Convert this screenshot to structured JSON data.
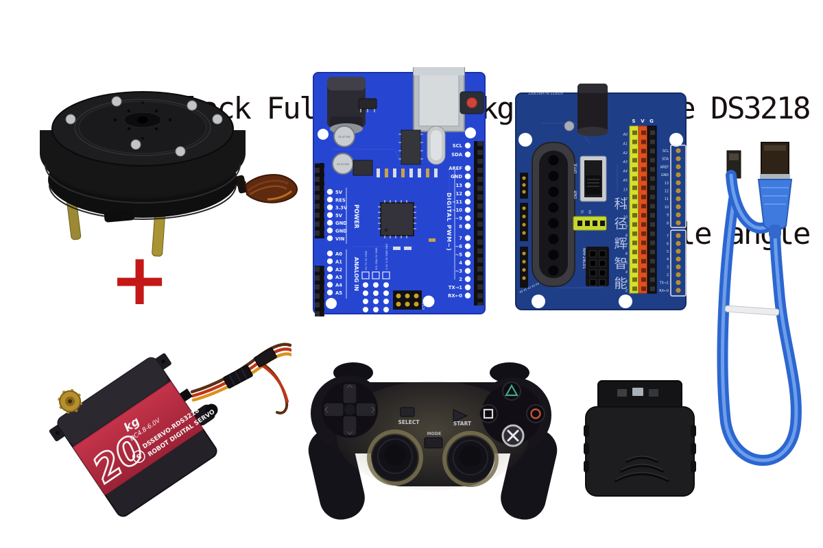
{
  "title": {
    "line1": "Black Full set 2:20kg,270 degree DS3218",
    "line2": "Controllable angle"
  },
  "plus_symbol": "+",
  "colors": {
    "background": "#ffffff",
    "title_text": "#181010",
    "plus_red": "#c41717",
    "arduino_pcb": "#2646d2",
    "shield_pcb": "#1f3e88",
    "usb_cable_blue": "#2c66d0",
    "servo_band_red": "#b62a3c",
    "black_plastic": "#17151b",
    "header_yellow": "#d6df2e",
    "header_red": "#e04f1e",
    "silkscreen_white": "#f0f4fc"
  },
  "arduino": {
    "section_labels": {
      "power": "POWER",
      "analog": "ANALOG IN",
      "digital": "DIGITAL PWM~)"
    },
    "power_pins": [
      "5V",
      "RES",
      "3.3V",
      "5V",
      "GND",
      "GND",
      "VIN"
    ],
    "analog_pins": [
      "A0",
      "A1",
      "A2",
      "A3",
      "A4",
      "A5"
    ],
    "digital_pins_top": [
      "SCL",
      "SDA",
      "AREF",
      "GND",
      "13",
      "12",
      "~11",
      "~10",
      "~9",
      "8"
    ],
    "digital_pins_bottom": [
      "7",
      "~6",
      "~5",
      "4",
      "~3",
      "2",
      "TX→1",
      "RX←0"
    ],
    "breakout_labels": [
      "RX TX 5V GND",
      "SCL SDA 5V GND",
      "3.3V 3.3V GND GND"
    ],
    "icsp_label": "ICSP",
    "capacitor_text": "CS 47 25V"
  },
  "shield": {
    "board_code": "3268148A-Y8-32D029",
    "corner_text": "A0 A1 A2 A3 A4",
    "power_columns": [
      "S",
      "V",
      "G"
    ],
    "signal_rows": [
      "A0",
      "A1",
      "A2",
      "A3",
      "A4",
      "A5",
      "13",
      "12",
      "11",
      "10",
      "9",
      "8",
      "7",
      "6",
      "5",
      "4",
      "3",
      "2"
    ],
    "right_pins_top": [
      "SCL",
      "SDA",
      "AREF",
      "GND",
      "13",
      "12",
      "11",
      "10",
      "9",
      "8"
    ],
    "right_pins_bottom": [
      "7",
      "6",
      "5",
      "4",
      "3",
      "2",
      "TX→1",
      "RX←0"
    ],
    "switch_labels": {
      "off": "OFF关",
      "on": "ON开"
    },
    "uart_labels": [
      "TX",
      "RX"
    ],
    "nrf_label": "NRF24L01",
    "brand_chars": [
      "科",
      "径",
      "辉",
      "智",
      "能"
    ]
  },
  "servo": {
    "torque_value": "20",
    "torque_unit": "kg",
    "voltage": "DC4.8-6.0V",
    "model_line": "DSSERVO-RDS3218",
    "type_line": "ROBOT DIGITAL SERVO",
    "logo_letter": "S"
  },
  "controller": {
    "select_label": "SELECT",
    "start_label": "START",
    "mode_label": "MODE",
    "face_buttons": [
      "triangle",
      "square",
      "circle",
      "cross"
    ]
  }
}
